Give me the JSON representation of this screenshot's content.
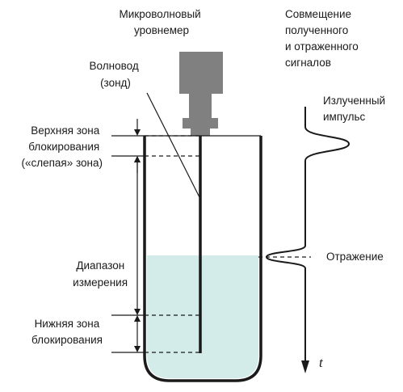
{
  "labels": {
    "device": [
      "Микроволновый",
      "уровнемер"
    ],
    "combined": [
      "Совмещение",
      "полученного",
      "и отраженного",
      "сигналов"
    ],
    "probe": [
      "Волновод",
      "(зонд)"
    ],
    "emitted": [
      "Излученный",
      "импульс"
    ],
    "upper_zone": [
      "Верхняя зона",
      "блокирования",
      "(«слепая» зона)"
    ],
    "range": [
      "Диапазон",
      "измерения"
    ],
    "reflection": "Отражение",
    "lower_zone": [
      "Нижняя зона",
      "блокирования"
    ],
    "time_axis": "t"
  },
  "colors": {
    "liquid": "#d3ecea",
    "device": "#808080",
    "lines": "#1a1a1a"
  }
}
